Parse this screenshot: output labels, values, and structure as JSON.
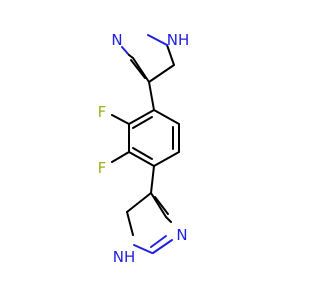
{
  "molecule": {
    "atoms": {
      "n_top_1": "N",
      "nh_top": "NH",
      "f_upper": "F",
      "f_lower": "F",
      "nh_bottom": "NH",
      "n_bottom_2": "N"
    }
  },
  "colors": {
    "carbon_bond": "#000000",
    "nitrogen": "#2020e0",
    "fluorine": "#a0b020"
  }
}
